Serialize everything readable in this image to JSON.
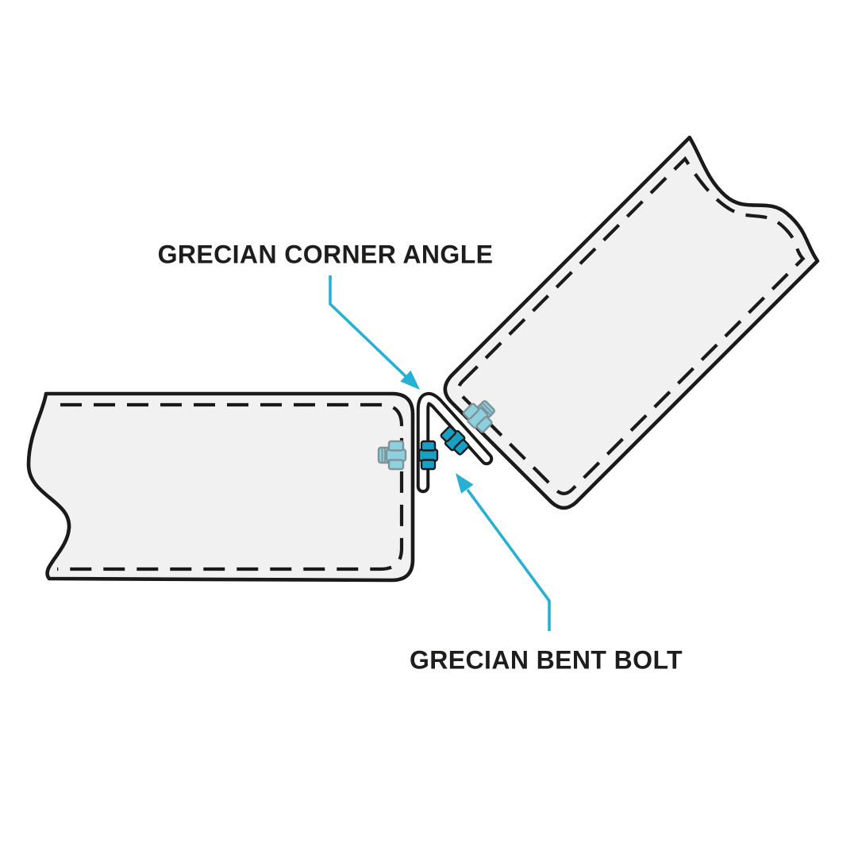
{
  "labels": {
    "corner_angle": "GRECIAN CORNER ANGLE",
    "bent_bolt": "GRECIAN BENT BOLT"
  },
  "parts": [
    {
      "name": "panel-left",
      "description": "left panel with stitched dashed border and break-line edge"
    },
    {
      "name": "panel-right",
      "description": "right panel rotated 45 degrees with stitched dashed border and break-line edge"
    },
    {
      "name": "grecian-corner-angle",
      "description": "bent corner angle strip between the two panels"
    },
    {
      "name": "grecian-bent-bolt",
      "description": "bolt and nut fastener sets through each angle leg"
    }
  ],
  "colors": {
    "background": "#ffffff",
    "outline": "#1a1a1a",
    "label_text": "#1d1d1b",
    "panel_fill": "#f1f1f2",
    "angle_fill": "#ffffff",
    "accent_cyan": "#25b0d4",
    "bolt_dark": "#18a0c4",
    "bolt_light": "#8dd0de",
    "bolt_light_outline": "#7e9499"
  }
}
